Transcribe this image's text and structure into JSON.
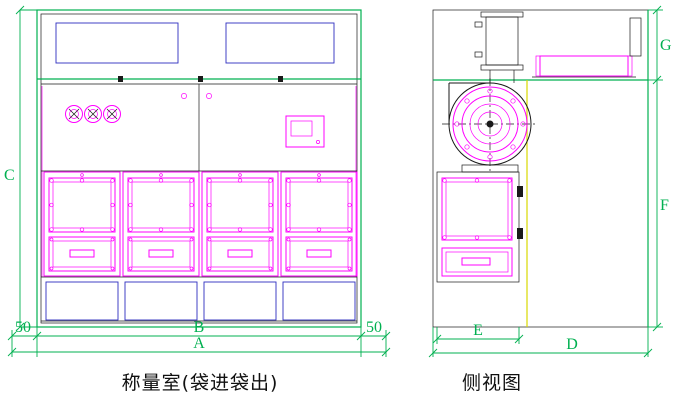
{
  "front_view": {
    "caption": "称量室(袋进袋出)",
    "dim_height_label": "C",
    "dim_inner_width_label": "B",
    "dim_total_width_label": "A",
    "dim_left_offset_label": "50",
    "dim_right_offset_label": "50"
  },
  "side_view": {
    "caption": "侧视图",
    "dim_top_height_label": "G",
    "dim_body_height_label": "F",
    "dim_cabinet_depth_label": "E",
    "dim_total_depth_label": "D"
  },
  "colors": {
    "green": "#00b050",
    "magenta": "#ff00ff",
    "navy": "#151560",
    "blue": "#2e2ec0",
    "yellow": "#d9d900",
    "line": "#1a1a1a",
    "background": "#ffffff"
  }
}
